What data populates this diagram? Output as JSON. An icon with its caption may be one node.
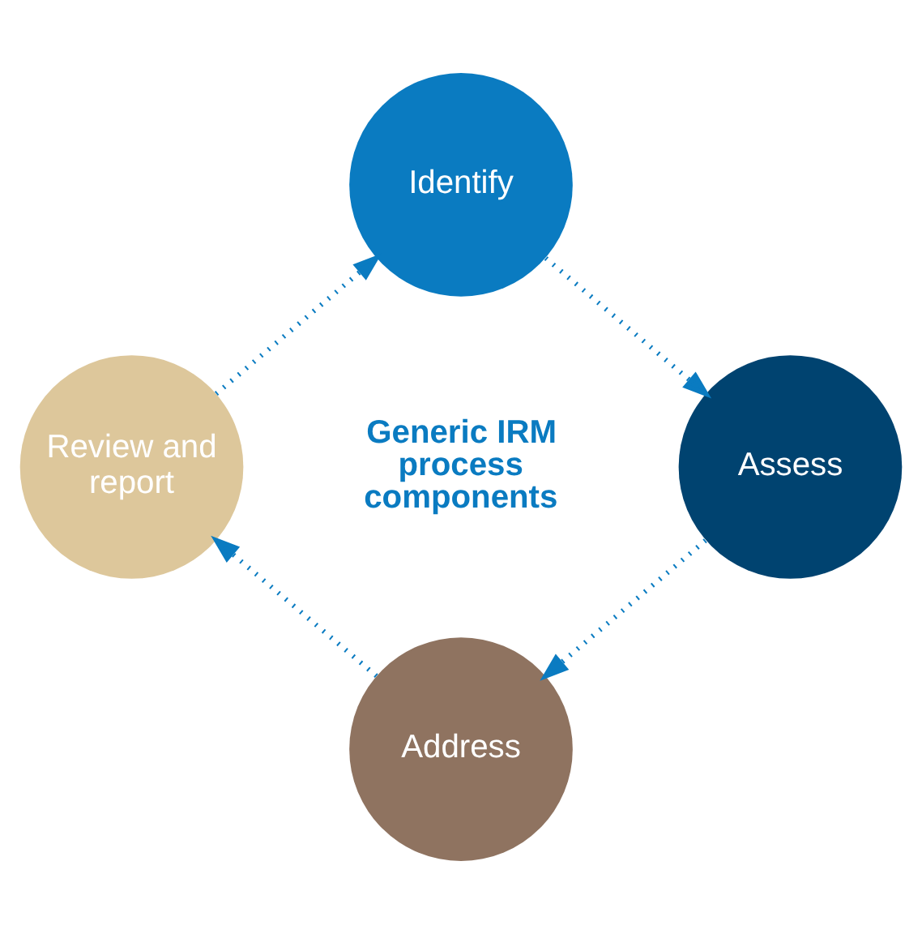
{
  "diagram": {
    "nodes": [
      {
        "text": [
          "Identify"
        ]
      },
      {
        "text": [
          "Assess"
        ]
      },
      {
        "text": [
          "Address"
        ]
      },
      {
        "text": [
          "Review and report"
        ]
      }
    ],
    "edges": [
      {
        "from": 0,
        "to": 1,
        "arrow": "to"
      },
      {
        "from": 1,
        "to": 2,
        "arrow": "to"
      },
      {
        "from": 2,
        "to": 3,
        "arrow": "to"
      },
      {
        "from": 3,
        "to": 0,
        "arrow": "to"
      }
    ],
    "labels": [
      "Generic IRM process components"
    ]
  }
}
